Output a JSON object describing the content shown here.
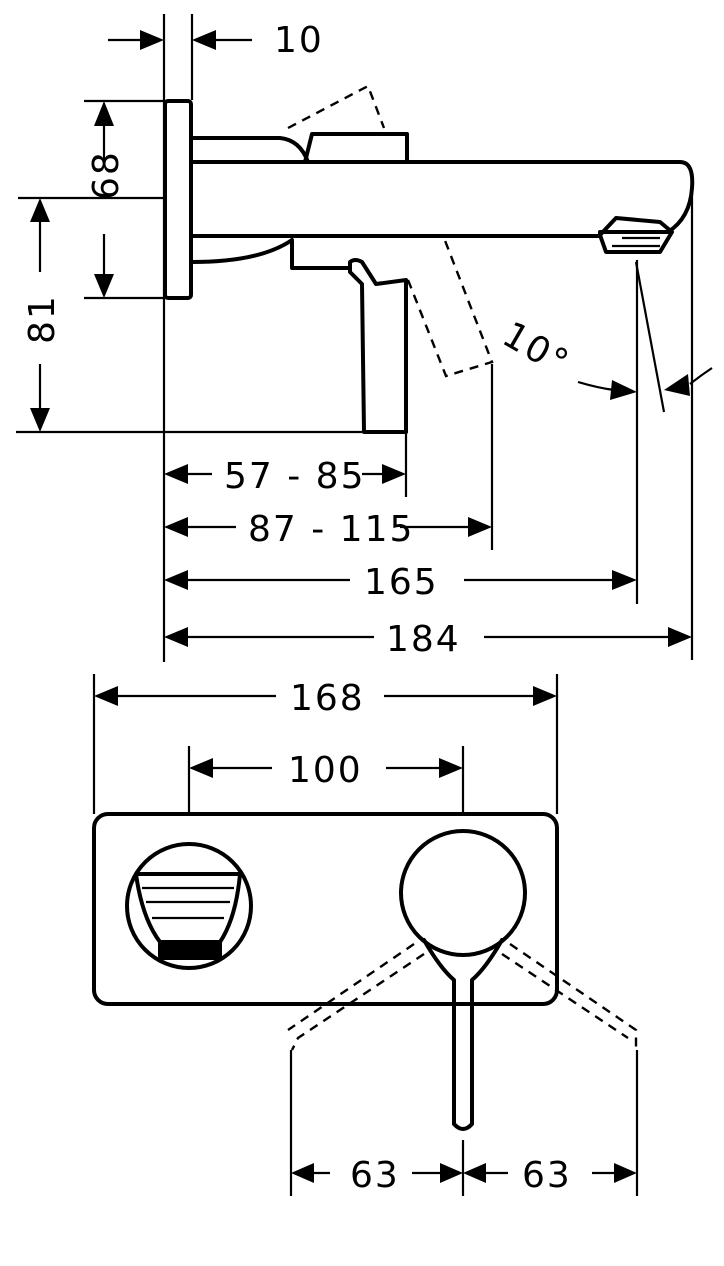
{
  "side_view": {
    "dim_wall_plate_thickness": "10",
    "dim_plate_height": "68",
    "dim_spout_height": "81",
    "dim_lever_reach": "57 - 85",
    "dim_lever_reach_open": "87 - 115",
    "dim_spout_outlet": "165",
    "dim_spout_total": "184",
    "dim_spout_angle": "10°"
  },
  "front_view": {
    "dim_plate_width": "168",
    "dim_center_distance": "100",
    "dim_lever_left": "63",
    "dim_lever_right": "63"
  }
}
